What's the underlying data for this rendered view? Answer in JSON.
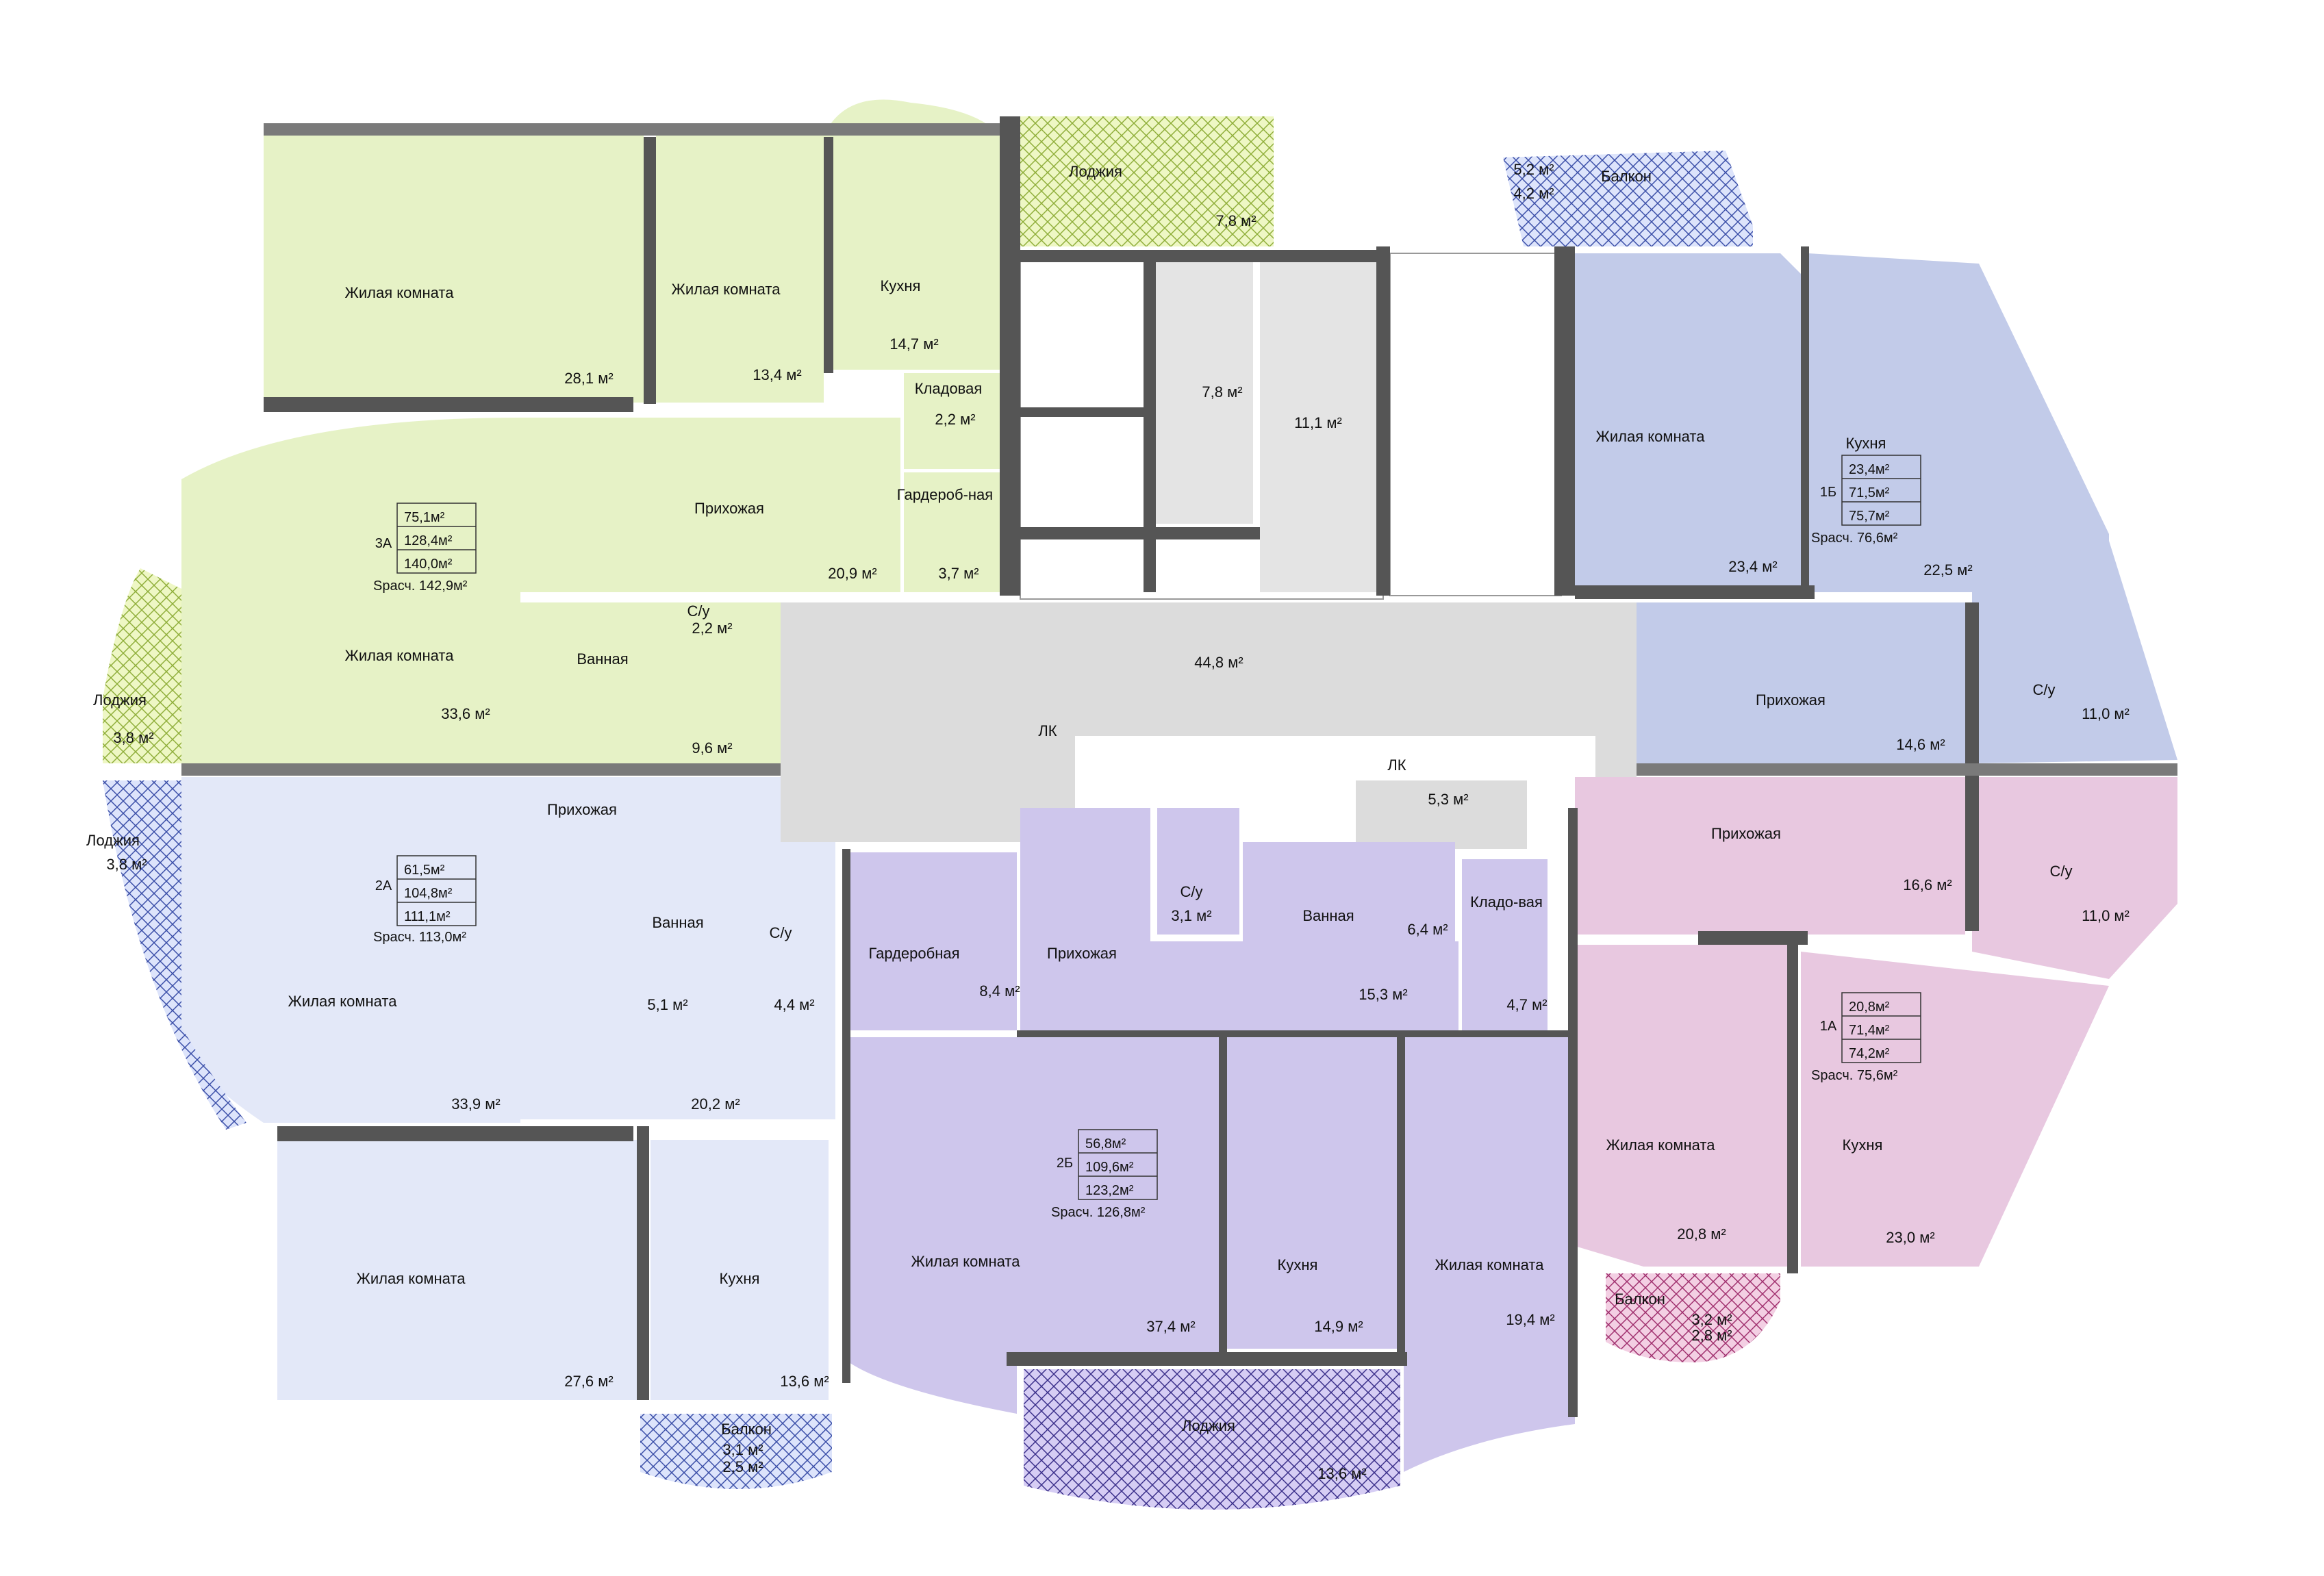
{
  "colors": {
    "apt3A": "#e6f2c6",
    "apt2A": "#e3e8f8",
    "apt2B": "#cec6ec",
    "apt1B": "#c2cbe9",
    "apt1A": "#e8c8e0",
    "core": "#dedede",
    "loggiaGreen": "#e8f4b4",
    "balconyBlue": "#b8c4ec",
    "balconyPink": "#e8b4d4",
    "wall": "#555555"
  },
  "rooms": {
    "r3a_living1": {
      "name": "Жилая комната",
      "area": "28,1 м²"
    },
    "r3a_living2": {
      "name": "Жилая комната",
      "area": "13,4 м²"
    },
    "r3a_kitchen": {
      "name": "Кухня",
      "area": "14,7 м²"
    },
    "r3a_pantry": {
      "name": "Кладовая",
      "area": "2,2 м²"
    },
    "r3a_hall": {
      "name": "Прихожая",
      "area": "20,9 м²"
    },
    "r3a_wardrobe": {
      "name": "Гардероб-ная",
      "area": "3,7 м²"
    },
    "r3a_living3": {
      "name": "Жилая комната",
      "area": "33,6 м²"
    },
    "r3a_wc": {
      "name": "С/у",
      "area": "2,2 м²"
    },
    "r3a_bath": {
      "name": "Ванная",
      "area": "9,6 м²"
    },
    "r3a_loggia": {
      "name": "Лоджия",
      "area": "3,8 м²"
    },
    "r2a_loggia": {
      "name": "Лоджия",
      "area": "3,8 м²"
    },
    "r2a_living1": {
      "name": "Жилая комната",
      "area": "33,9 м²"
    },
    "r2a_hall": {
      "name": "Прихожая",
      "area": "20,2 м²"
    },
    "r2a_bath": {
      "name": "Ванная",
      "area": "5,1 м²"
    },
    "r2a_wc": {
      "name": "С/у",
      "area": "4,4 м²"
    },
    "r2a_living2": {
      "name": "Жилая комната",
      "area": "27,6 м²"
    },
    "r2a_kitchen": {
      "name": "Кухня",
      "area": "13,6 м²"
    },
    "r2a_balcony": {
      "name": "Балкон",
      "area1": "3,1 м²",
      "area2": "2,5 м²"
    },
    "r2b_wardrobe": {
      "name": "Гардеробная",
      "area": "8,4 м²"
    },
    "r2b_hall": {
      "name": "Прихожая",
      "area": "15,3 м²"
    },
    "r2b_wc": {
      "name": "С/у",
      "area": "3,1 м²"
    },
    "r2b_bath": {
      "name": "Ванная",
      "area": "6,4 м²"
    },
    "r2b_pantry": {
      "name": "Кладо-вая",
      "area": "4,7 м²"
    },
    "r2b_living1": {
      "name": "Жилая комната",
      "area": "37,4 м²"
    },
    "r2b_kitchen": {
      "name": "Кухня",
      "area": "14,9 м²"
    },
    "r2b_living2": {
      "name": "Жилая комната",
      "area": "19,4 м²"
    },
    "r2b_loggia": {
      "name": "Лоджия",
      "area": "13,6 м²"
    },
    "core_loggia": {
      "name": "Лоджия",
      "area": "7,8 м²"
    },
    "core_a": {
      "area": "7,8 м²"
    },
    "core_b": {
      "area": "11,1 м²"
    },
    "core_hall": {
      "area": "44,8 м²"
    },
    "core_small": {
      "area": "5,3 м²"
    },
    "core_lk1": {
      "name": "ЛК"
    },
    "core_lk2": {
      "name": "ЛК"
    },
    "r1b_balcony": {
      "name": "Балкон",
      "area1": "5,2 м²",
      "area2": "4,2 м²"
    },
    "r1b_living": {
      "name": "Жилая комната",
      "area": "23,4 м²"
    },
    "r1b_kitchen": {
      "name": "Кухня",
      "area": "22,5 м²"
    },
    "r1b_hall": {
      "name": "Прихожая",
      "area": "14,6 м²"
    },
    "r1b_wc": {
      "name": "С/у",
      "area": "11,0 м²"
    },
    "r1a_hall": {
      "name": "Прихожая",
      "area": "16,6 м²"
    },
    "r1a_wc": {
      "name": "С/у",
      "area": "11,0 м²"
    },
    "r1a_living": {
      "name": "Жилая комната",
      "area": "20,8 м²"
    },
    "r1a_kitchen": {
      "name": "Кухня",
      "area": "23,0 м²"
    },
    "r1a_balcony": {
      "name": "Балкон",
      "area1": "3,2 м²",
      "area2": "2,8 м²"
    }
  },
  "units": {
    "u3A": {
      "id": "3А",
      "a": "75,1м²",
      "b": "128,4м²",
      "c": "140,0м²",
      "s": "Sрасч. 142,9м²"
    },
    "u2A": {
      "id": "2А",
      "a": "61,5м²",
      "b": "104,8м²",
      "c": "111,1м²",
      "s": "Sрасч. 113,0м²"
    },
    "u2B": {
      "id": "2Б",
      "a": "56,8м²",
      "b": "109,6м²",
      "c": "123,2м²",
      "s": "Sрасч. 126,8м²"
    },
    "u1B": {
      "id": "1Б",
      "a": "23,4м²",
      "b": "71,5м²",
      "c": "75,7м²",
      "s": "Sрасч. 76,6м²"
    },
    "u1A": {
      "id": "1А",
      "a": "20,8м²",
      "b": "71,4м²",
      "c": "74,2м²",
      "s": "Sрасч. 75,6м²"
    }
  }
}
